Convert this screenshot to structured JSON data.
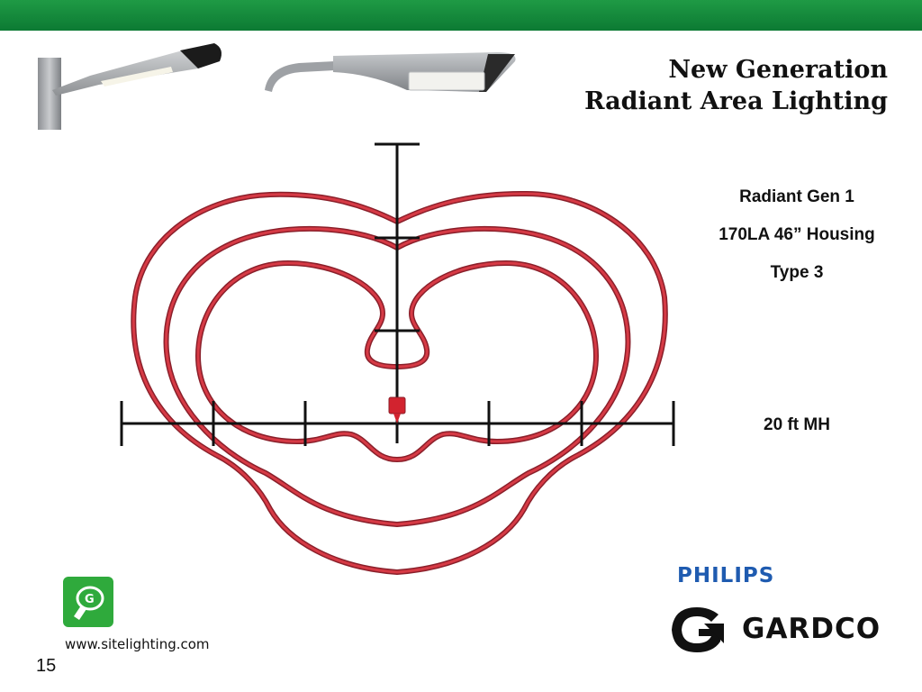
{
  "title": {
    "line1": "New Generation",
    "line2": "Radiant Area Lighting"
  },
  "info": {
    "product": "Radiant Gen 1",
    "housing": "170LA 46” Housing",
    "type": "Type 3",
    "mounting_height": "20 ft MH"
  },
  "footer": {
    "url": "www.sitelighting.com",
    "page_number": "15"
  },
  "brands": {
    "philips": "PHILIPS",
    "gardco": "GARDCO"
  },
  "colors": {
    "green_bar": "#138a3c",
    "isoline": "#c8323c",
    "philips_blue": "#1f5bb0"
  },
  "diagram": {
    "isolines": [
      "outer",
      "middle",
      "inner"
    ],
    "luminaire_marker": "red-square"
  },
  "icons": [
    "streetlight-fixture-1",
    "streetlight-fixture-2",
    "site-lighting-logo-icon",
    "gardco-logo-icon"
  ]
}
